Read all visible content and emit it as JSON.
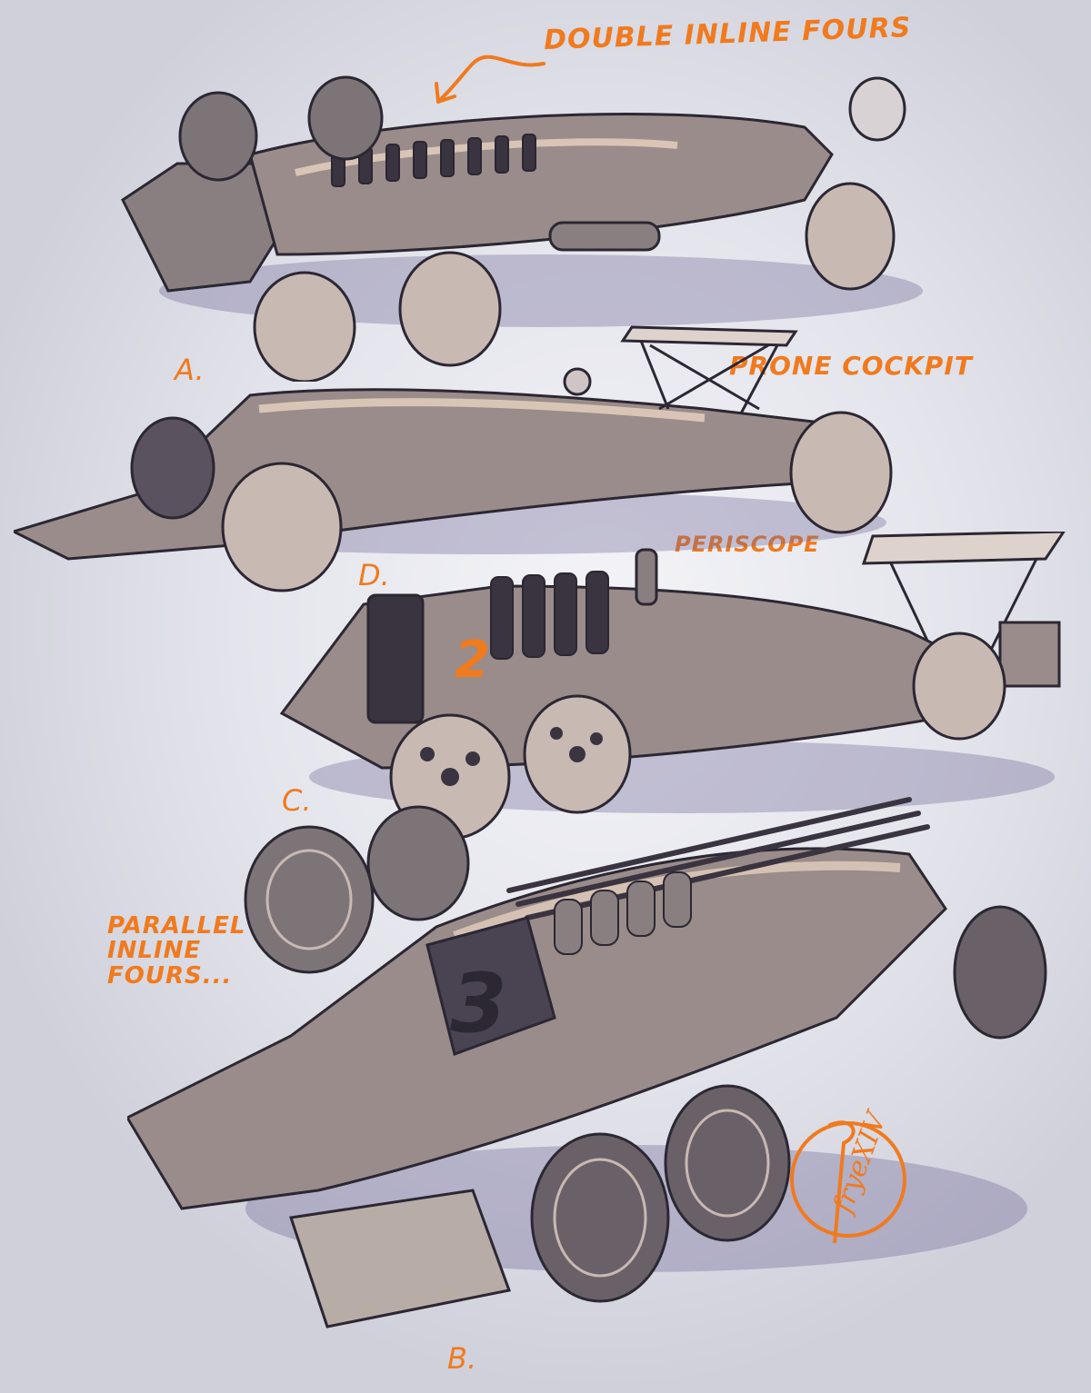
{
  "annotations": {
    "double_inline_fours": "DOUBLE INLINE FOURS",
    "prone_cockpit": "PRONE COCKPIT",
    "periscope": "PERISCOPE",
    "parallel_inline_fours": "PARALLEL\nINLINE\nFOURS..."
  },
  "labels": {
    "a": "A.",
    "d": "D.",
    "c": "C.",
    "b": "B."
  },
  "car_numbers": {
    "car_c": "2",
    "car_b": "3"
  },
  "signature": "fryeXIV",
  "colors": {
    "annotation": "#f07a1e",
    "ink": "#2b2733",
    "metal": "#8a7f80",
    "highlight": "#e8d3c0",
    "shadow": "#5a4f75"
  }
}
